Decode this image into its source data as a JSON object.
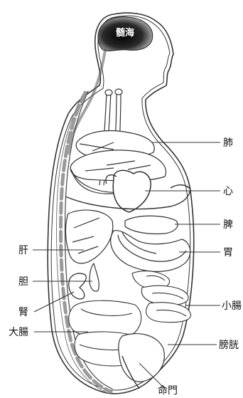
{
  "labels": {
    "brain": "髄海",
    "lung": "肺",
    "heart": "心",
    "spleen": "脾",
    "liver": "肝",
    "stomach": "胃",
    "gallbladder": "胆",
    "small_intestine": "小腸",
    "kidney": "腎",
    "large_intestine": "大腸",
    "bladder": "膀胱",
    "mingmen": "命門"
  },
  "colors": {
    "line": "#333333",
    "organ_fill": "#ffffff",
    "brain_dark": "#111111",
    "brain_text": "#ffffff",
    "spine_dash": "#9a9a9a"
  }
}
